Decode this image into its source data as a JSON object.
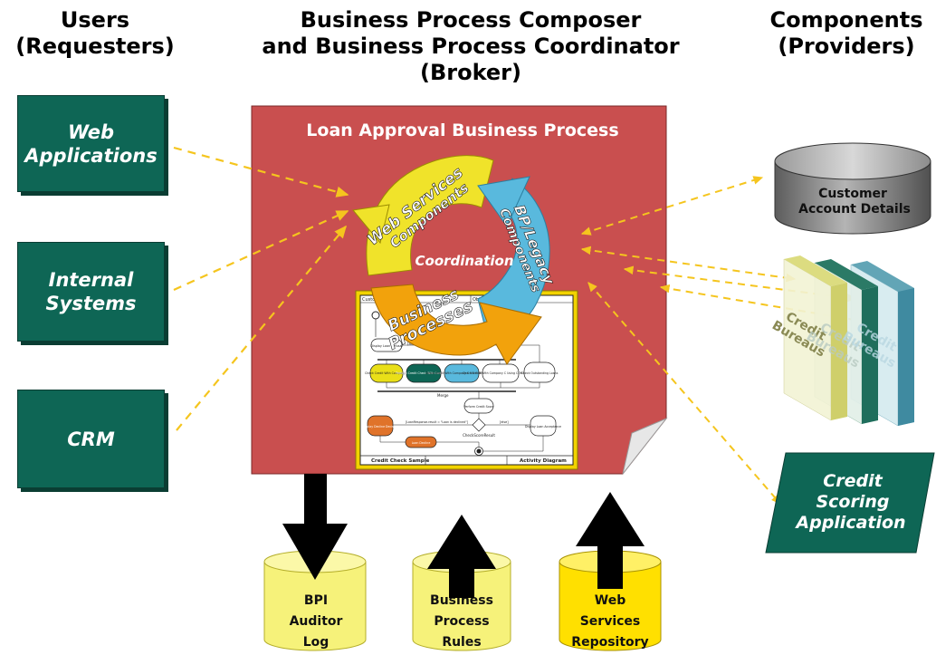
{
  "headers": {
    "users": [
      "Users",
      "(Requesters)"
    ],
    "broker": [
      "Business Process Composer",
      "and Business Process Coordinator",
      "(Broker)"
    ],
    "components": [
      "Components",
      "(Providers)"
    ]
  },
  "users": [
    {
      "lines": [
        "Web",
        "Applications"
      ]
    },
    {
      "lines": [
        "Internal",
        "Systems"
      ]
    },
    {
      "lines": [
        "CRM"
      ]
    }
  ],
  "process": {
    "title": "Loan Approval Business Process",
    "cycle": {
      "coordination": "Coordination",
      "web_services": [
        "Web Services",
        "Components"
      ],
      "bp_legacy": [
        "BP/Legacy",
        "Components"
      ],
      "business_processes": [
        "Business",
        "Processes"
      ]
    },
    "activity_diagram": {
      "header_labels": [
        "Customer",
        "Object model"
      ],
      "nodes": [
        "Display Loan Refusal",
        "Check Credit With Company A",
        "Perform Credit Check With Company B",
        "Check Credit With Company C Via COM Connector",
        "Check Credit With Company C Using COM Connector",
        "Check Outstanding Loans",
        "Perform Credit Score",
        "Display Decline Decision",
        "Loan Decline",
        "Display Loan Acceptance"
      ],
      "labels": [
        "[Respo...",
        "Merge",
        "[LoanResponse.result = \"Loan is declined\"]",
        "[else]",
        "CheckScoreResult"
      ],
      "footer": [
        "Credit Check Sample",
        "Activity Diagram"
      ]
    }
  },
  "databases": [
    {
      "lines": [
        "BPI",
        "Auditor",
        "Log"
      ],
      "color": "#f6f27a"
    },
    {
      "lines": [
        "Business",
        "Process",
        "Rules"
      ],
      "color": "#f6f27a"
    },
    {
      "lines": [
        "Web",
        "Services",
        "Repository"
      ],
      "color": "#ffe000"
    }
  ],
  "providers": {
    "customer_db": [
      "Customer",
      "Account Details"
    ],
    "credit_bureaus": [
      [
        "Credit",
        "Bureaus"
      ],
      [
        "Credit",
        "Bureaus"
      ],
      [
        "Credit",
        "Bureaus"
      ]
    ],
    "credit_scoring": [
      "Credit",
      "Scoring",
      "Application"
    ]
  },
  "colors": {
    "teal": "#0e6655",
    "process_red": "#c94f4f",
    "arrow_dashed": "#f5c51e",
    "cycle_yellow": "#f0e32a",
    "cycle_blue": "#59b9dd",
    "cycle_orange": "#f2a20c"
  }
}
